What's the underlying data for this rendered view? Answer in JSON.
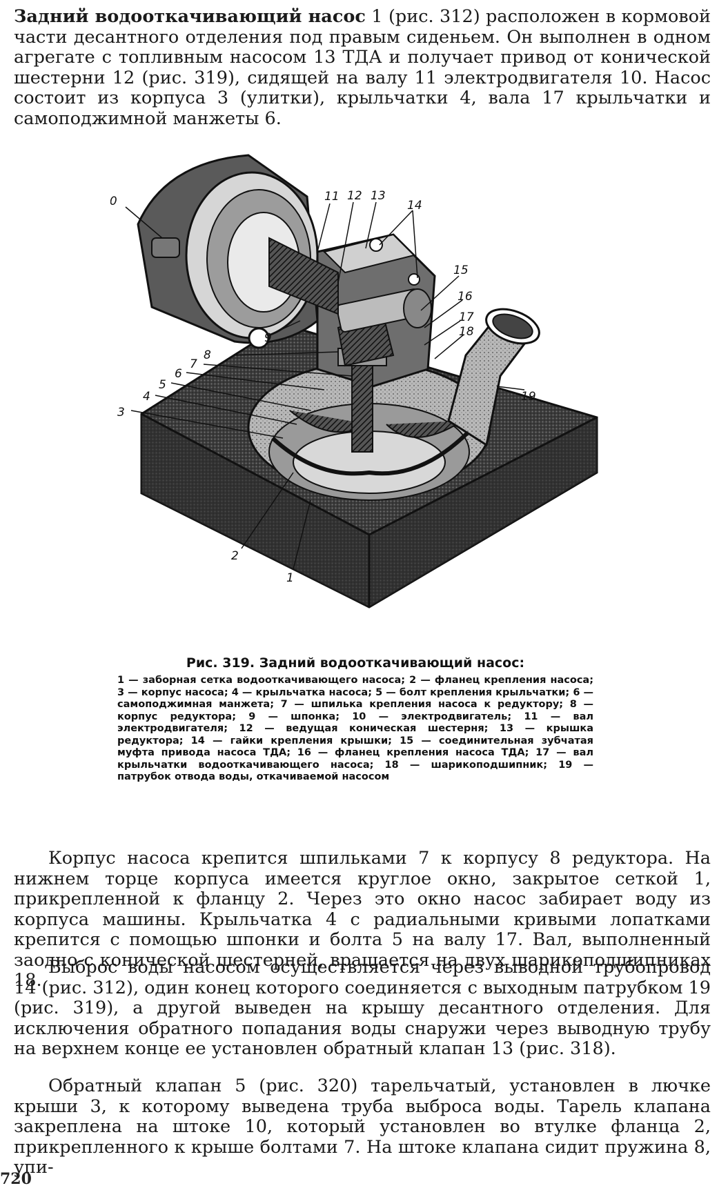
{
  "paragraphs": {
    "p1": {
      "lead": "Задний водооткачивающий насос",
      "text": " 1 (рис. 312) расположен в кормовой части десантного отделения под правым сиденьем. Он выполнен в одном агрегате с топливным насосом 13 ТДА и получает привод от конической шестерни 12 (рис. 319), сидящей на валу 11 электродвигателя 10. Насос состоит из корпуса 3 (улитки), крыльчатки 4, вала 17 крыльчатки и самоподжимной манжеты 6."
    },
    "p2": "Корпус насоса крепится шпильками 7 к корпусу 8 редуктора. На нижнем торце корпуса имеется круглое окно, закрытое сеткой 1, прикрепленной к фланцу 2. Через это окно насос забирает воду из корпуса машины. Крыльчатка 4 с радиальными кривыми лопатками крепится с помощью шпонки и болта 5 на валу 17. Вал, выполненный заодно с конической шестерней, вращается на двух шарикоподшипниках 18.",
    "p3": "Выброс воды насосом осуществляется через выводной трубопровод 14 (рис. 312), один конец которого соединяется с выходным патрубком 19 (рис. 319), а другой выведен на крышу десантного отделения. Для исключения обратного попадания воды снаружи через выводную трубу на верхнем конце ее установлен обратный клапан 13 (рис. 318).",
    "p4": "Обратный клапан 5 (рис. 320) тарельчатый, установлен в лючке крыши 3, к которому выведена труба выброса воды. Тарель клапана закреплена на штоке 10, который установлен во втулке фланца 2, прикрепленного к крыше болтами 7. На штоке клапана сидит пружина 8, упи-"
  },
  "figure": {
    "callouts": [
      "10",
      "11",
      "12",
      "13",
      "14",
      "15",
      "16",
      "17",
      "18",
      "19",
      "9",
      "8",
      "7",
      "6",
      "5",
      "4",
      "3",
      "2",
      "1"
    ]
  },
  "caption": {
    "title": "Рис. 319. Задний водооткачивающий насос:",
    "legend": "1 — заборная сетка водооткачивающего насоса; 2 — фланец крепления насоса; 3 — корпус насоса; 4 — крыльчатка насоса; 5 — болт крепления крыльчатки; 6 — самоподжимная манжета; 7 — шпилька крепления насоса к редуктору; 8 — корпус редуктора; 9 — шпонка; 10 — электродвигатель; 11 — вал электродвигателя; 12 — ведущая коническая шестерня; 13 — крышка редуктора; 14 — гайки крепления крышки; 15 — соединительная зубчатая муфта привода насоса ТДА; 16 — фланец крепления насоса ТДА; 17 — вал крыльчатки водооткачивающего насоса; 18 — шарикоподшипник; 19 — патрубок отвода воды, откачиваемой насосом"
  },
  "page_number": "720",
  "colors": {
    "ink": "#1a1a1a",
    "paper": "#ffffff"
  }
}
